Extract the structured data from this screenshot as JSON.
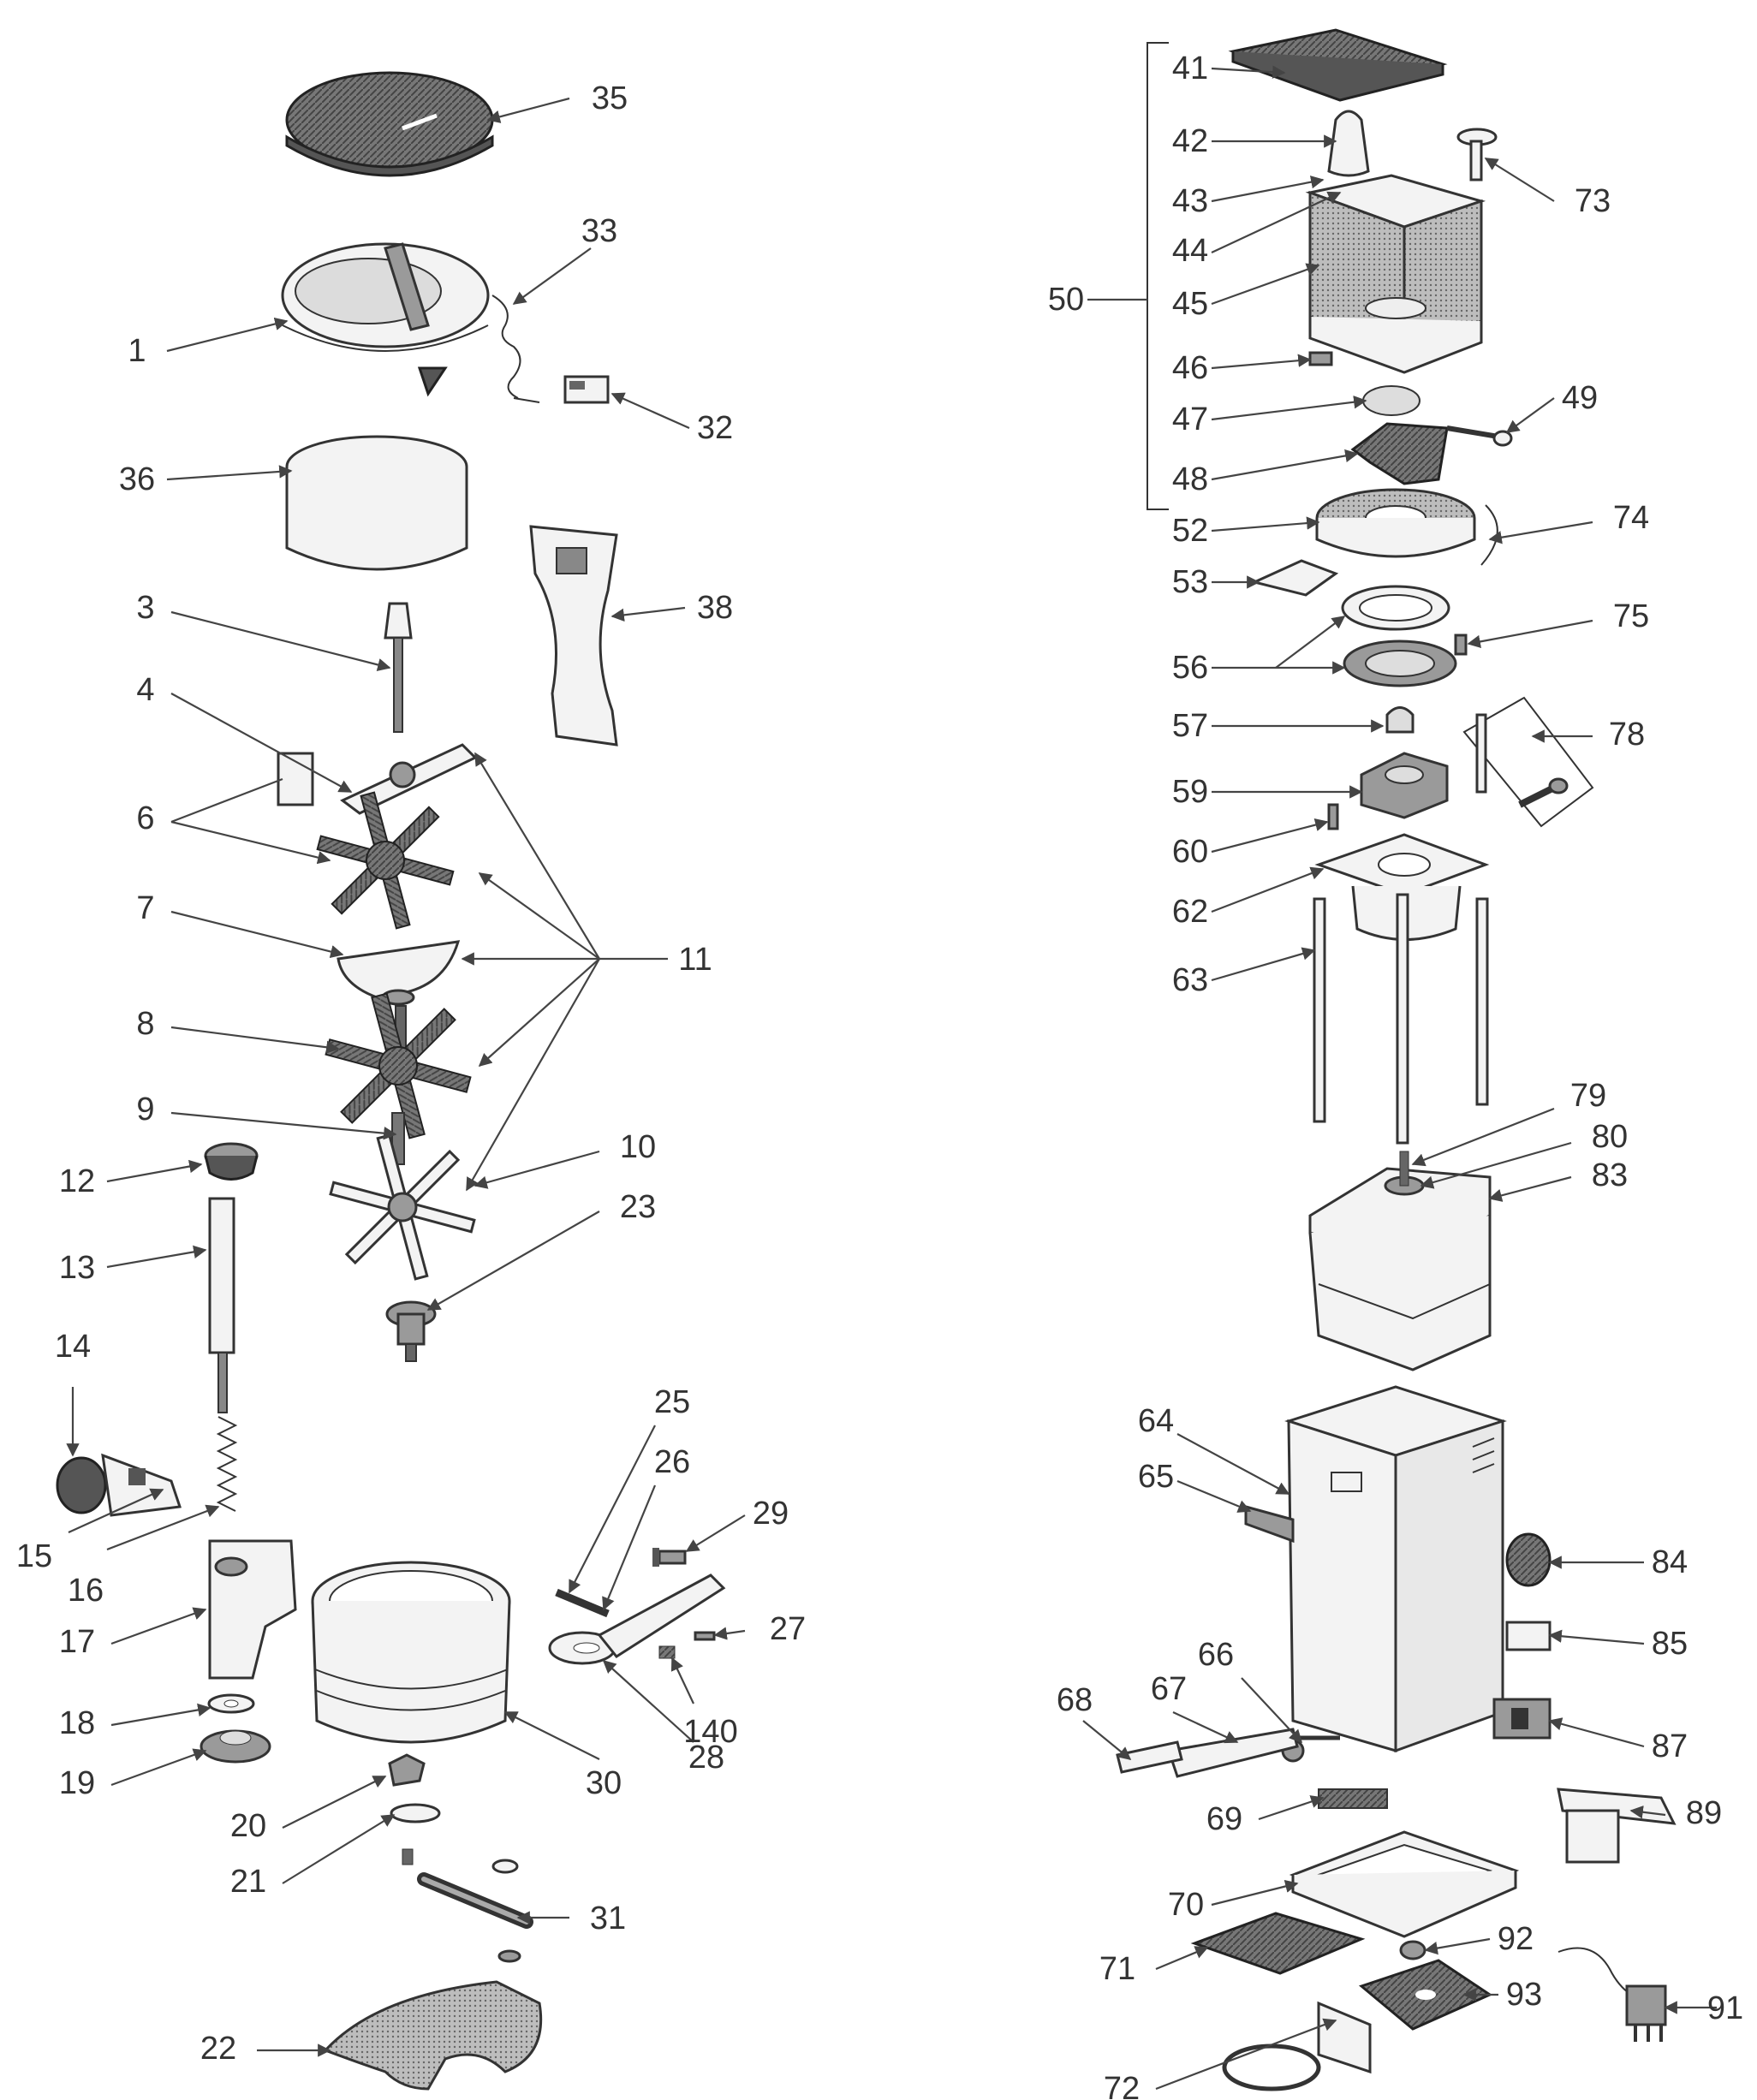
{
  "diagram": {
    "labels": [
      "1",
      "3",
      "4",
      "6",
      "7",
      "8",
      "9",
      "10",
      "11",
      "12",
      "13",
      "14",
      "15",
      "16",
      "17",
      "18",
      "19",
      "20",
      "21",
      "22",
      "23",
      "25",
      "26",
      "27",
      "28",
      "29",
      "30",
      "31",
      "32",
      "33",
      "35",
      "36",
      "38",
      "140",
      "41",
      "42",
      "43",
      "44",
      "45",
      "46",
      "47",
      "48",
      "49",
      "50",
      "52",
      "53",
      "56",
      "57",
      "59",
      "60",
      "62",
      "63",
      "64",
      "65",
      "66",
      "67",
      "68",
      "69",
      "70",
      "71",
      "72",
      "73",
      "74",
      "75",
      "78",
      "79",
      "80",
      "83",
      "84",
      "85",
      "87",
      "89",
      "91",
      "92",
      "93"
    ]
  }
}
